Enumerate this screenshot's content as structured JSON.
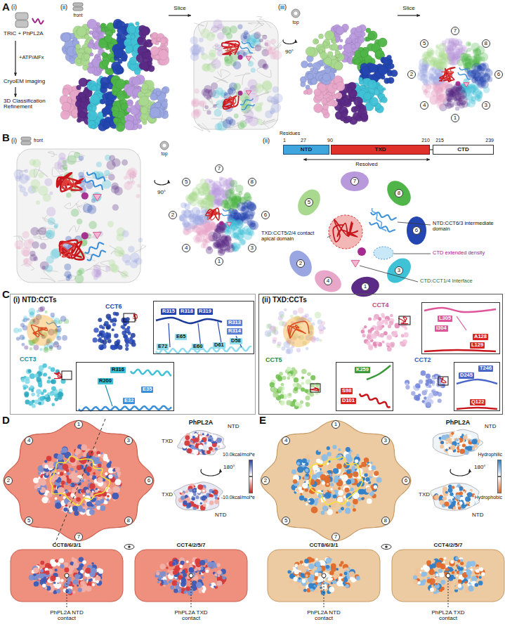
{
  "diagram": {
    "nodes": [
      {
        "text": [
          "NTD"
        ]
      },
      {
        "text": [
          "TXD"
        ]
      },
      {
        "text": [
          "CTD"
        ]
      },
      {
        "text": [
          "(i) NTD:CCTs"
        ]
      },
      {
        "text": [
          "R315",
          "R318",
          "R319",
          "R313",
          "R314",
          "E72",
          "E65",
          "E60",
          "D61",
          "D58"
        ],
        "in": 3
      },
      {
        "text": [
          "R316",
          "R200",
          "E32",
          "E35"
        ],
        "in": 3
      },
      {
        "text": [
          "(ii) TXD:CCTs"
        ]
      },
      {
        "text": [
          "L305",
          "I304",
          "A128",
          "L129"
        ],
        "in": 6
      },
      {
        "text": [
          "K259",
          "S98",
          "D101"
        ],
        "in": 6
      },
      {
        "text": [
          "D245",
          "T246",
          "Q122"
        ],
        "in": 6
      }
    ],
    "labels": [
      "A",
      "(i)",
      "TRiC + PhPL2A",
      "+ATP/AlFx",
      "CryoEM imaging",
      "3D Classification Refinement",
      "(ii)",
      "front",
      "Slice",
      "(iii)",
      "top",
      "90°",
      "Slice",
      "7",
      "5",
      "8",
      "6",
      "2",
      "3",
      "4",
      "1",
      "B",
      "(i)",
      "front",
      "top",
      "90°",
      "7",
      "5",
      "8",
      "6",
      "2",
      "3",
      "4",
      "1",
      "(ii)",
      "Residues",
      "1",
      "27",
      "90",
      "210",
      "215",
      "239",
      "Resolved",
      "7",
      "8",
      "5",
      "6",
      "2",
      "3",
      "4",
      "1",
      "TXD:CCT5/2/4 contact apical domain",
      "NTD:CCT6/3 intermediate domain",
      "CTD extended density",
      "CTD:CCT1/4 Interface",
      "C",
      "CCT6",
      "CCT3",
      "CCT4",
      "CCT5",
      "CCT2",
      "D",
      "1",
      "4",
      "3",
      "2",
      "6",
      "5",
      "8",
      "7",
      "PhPL2A",
      "NTD",
      "TXD",
      "180°",
      "TXD",
      "NTD",
      "CCT8/6/3/1",
      "CCT4/2/5/7",
      "PhPL2A NTD contact",
      "PhPL2A TXD contact",
      "E",
      "1",
      "4",
      "3",
      "2",
      "6",
      "5",
      "8",
      "7",
      "PhPL2A",
      "NTD",
      "180°",
      "TXD",
      "NTD",
      "CCT8/6/3/1",
      "CCT4/2/5/7",
      "PhPL2A NTD contact",
      "PhPL2A TXD contact"
    ],
    "legend": [
      {
        "text": "10.0kcal/mol*e",
        "color": "#2b3fa0"
      },
      {
        "text": "-10.0kcal/mol*e",
        "color": "#c42a2a"
      },
      {
        "text": "Hydrophilic",
        "color": "#2f7fc8"
      },
      {
        "text": "Hydrophobic",
        "color": "#e06a2a"
      }
    ]
  }
}
